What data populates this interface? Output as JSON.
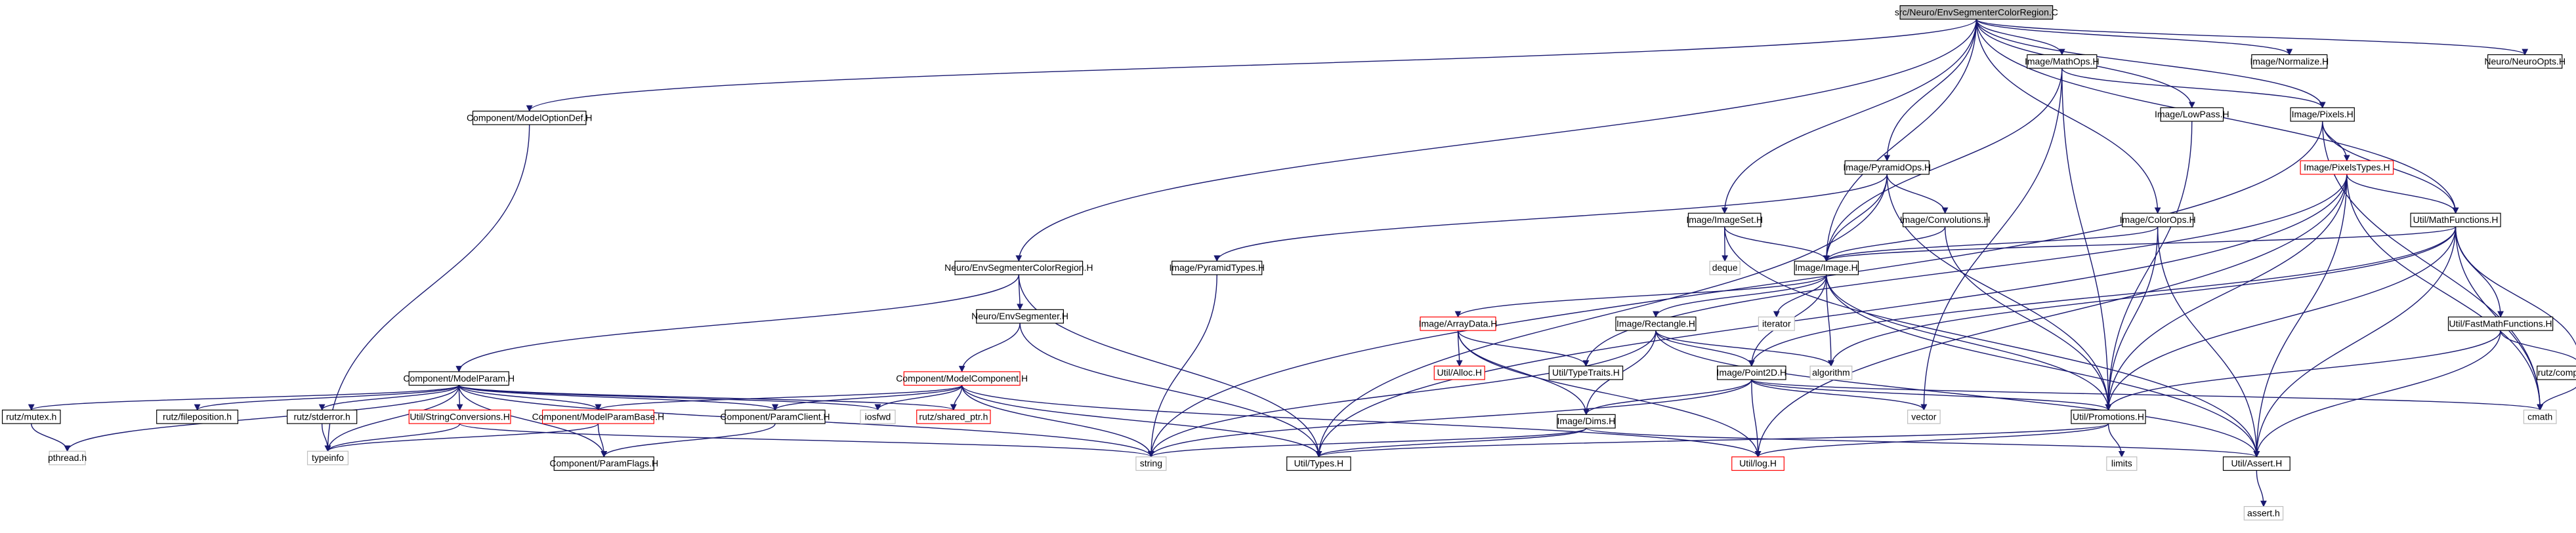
{
  "colors": {
    "edge": "#191970",
    "box_default": "#000000",
    "box_missing": "#ff0000",
    "box_external": "#bfbfbf",
    "root_fill": "#bfbfbf",
    "fill": "#ffffff"
  },
  "nodes": [
    {
      "id": "root",
      "label": "src/Neuro/EnvSegmenterColorRegion.C",
      "kind": "root"
    },
    {
      "id": "modeloptiondef",
      "label": "Component/ModelOptionDef.H",
      "kind": "normal"
    },
    {
      "id": "envsegcr",
      "label": "Neuro/EnvSegmenterColorRegion.H",
      "kind": "normal"
    },
    {
      "id": "imageset",
      "label": "Image/ImageSet.H",
      "kind": "normal"
    },
    {
      "id": "pyramidops",
      "label": "Image/PyramidOps.H",
      "kind": "normal"
    },
    {
      "id": "mathops",
      "label": "Image/MathOps.H",
      "kind": "normal"
    },
    {
      "id": "lowpass",
      "label": "Image/LowPass.H",
      "kind": "normal"
    },
    {
      "id": "colorops",
      "label": "Image/ColorOps.H",
      "kind": "normal"
    },
    {
      "id": "normalize",
      "label": "Image/Normalize.H",
      "kind": "normal"
    },
    {
      "id": "neuroopts",
      "label": "Neuro/NeuroOpts.H",
      "kind": "normal"
    },
    {
      "id": "pixels",
      "label": "Image/Pixels.H",
      "kind": "normal"
    },
    {
      "id": "pixelstypes",
      "label": "Image/PixelsTypes.H",
      "kind": "missing"
    },
    {
      "id": "mathfunctions",
      "label": "Util/MathFunctions.H",
      "kind": "normal"
    },
    {
      "id": "pyramidtypes",
      "label": "Image/PyramidTypes.H",
      "kind": "normal"
    },
    {
      "id": "convolutions",
      "label": "Image/Convolutions.H",
      "kind": "normal"
    },
    {
      "id": "deque",
      "label": "deque",
      "kind": "external"
    },
    {
      "id": "image",
      "label": "Image/Image.H",
      "kind": "normal"
    },
    {
      "id": "envseg",
      "label": "Neuro/EnvSegmenter.H",
      "kind": "normal"
    },
    {
      "id": "modelparam",
      "label": "Component/ModelParam.H",
      "kind": "normal"
    },
    {
      "id": "modelcomponent",
      "label": "Component/ModelComponent.H",
      "kind": "missing"
    },
    {
      "id": "arraydata",
      "label": "Image/ArrayData.H",
      "kind": "missing"
    },
    {
      "id": "rectangle",
      "label": "Image/Rectangle.H",
      "kind": "normal"
    },
    {
      "id": "iterator",
      "label": "iterator",
      "kind": "external"
    },
    {
      "id": "fastmath",
      "label": "Util/FastMathFunctions.H",
      "kind": "normal"
    },
    {
      "id": "alloc",
      "label": "Util/Alloc.H",
      "kind": "missing"
    },
    {
      "id": "typetraits",
      "label": "Util/TypeTraits.H",
      "kind": "normal"
    },
    {
      "id": "point2d",
      "label": "Image/Point2D.H",
      "kind": "normal"
    },
    {
      "id": "algorithm",
      "label": "algorithm",
      "kind": "external"
    },
    {
      "id": "compatcmath",
      "label": "rutz/compat_cmath.h",
      "kind": "normal"
    },
    {
      "id": "mutex",
      "label": "rutz/mutex.h",
      "kind": "normal"
    },
    {
      "id": "fileposition",
      "label": "rutz/fileposition.h",
      "kind": "normal"
    },
    {
      "id": "stderror",
      "label": "rutz/stderror.h",
      "kind": "normal"
    },
    {
      "id": "stringconv",
      "label": "Util/StringConversions.H",
      "kind": "missing"
    },
    {
      "id": "modelparambase",
      "label": "Component/ModelParamBase.H",
      "kind": "missing"
    },
    {
      "id": "paramclient",
      "label": "Component/ParamClient.H",
      "kind": "normal"
    },
    {
      "id": "iosfwd",
      "label": "iosfwd",
      "kind": "external"
    },
    {
      "id": "sharedptr",
      "label": "rutz/shared_ptr.h",
      "kind": "missing"
    },
    {
      "id": "dims",
      "label": "Image/Dims.H",
      "kind": "normal"
    },
    {
      "id": "vector",
      "label": "vector",
      "kind": "external"
    },
    {
      "id": "promotions",
      "label": "Util/Promotions.H",
      "kind": "normal"
    },
    {
      "id": "cmath",
      "label": "cmath",
      "kind": "external"
    },
    {
      "id": "pthread",
      "label": "pthread.h",
      "kind": "external"
    },
    {
      "id": "typeinfo",
      "label": "typeinfo",
      "kind": "external"
    },
    {
      "id": "paramflags",
      "label": "Component/ParamFlags.H",
      "kind": "normal"
    },
    {
      "id": "string",
      "label": "string",
      "kind": "external"
    },
    {
      "id": "types",
      "label": "Util/Types.H",
      "kind": "normal"
    },
    {
      "id": "log",
      "label": "Util/log.H",
      "kind": "missing"
    },
    {
      "id": "assertH",
      "label": "Util/Assert.H",
      "kind": "normal"
    },
    {
      "id": "limits",
      "label": "limits",
      "kind": "external"
    },
    {
      "id": "asserth",
      "label": "assert.h",
      "kind": "external"
    }
  ],
  "edges": [
    [
      "root",
      "modeloptiondef"
    ],
    [
      "root",
      "envsegcr"
    ],
    [
      "root",
      "imageset"
    ],
    [
      "root",
      "pyramidops"
    ],
    [
      "root",
      "mathops"
    ],
    [
      "root",
      "lowpass"
    ],
    [
      "root",
      "colorops"
    ],
    [
      "root",
      "normalize"
    ],
    [
      "root",
      "neuroopts"
    ],
    [
      "root",
      "pixels"
    ],
    [
      "root",
      "image"
    ],
    [
      "root",
      "mathfunctions"
    ],
    [
      "modeloptiondef",
      "typeinfo"
    ],
    [
      "envsegcr",
      "envseg"
    ],
    [
      "envsegcr",
      "modelparam"
    ],
    [
      "envsegcr",
      "types"
    ],
    [
      "imageset",
      "deque"
    ],
    [
      "imageset",
      "image"
    ],
    [
      "imageset",
      "assertH"
    ],
    [
      "pyramidops",
      "pyramidtypes"
    ],
    [
      "pyramidops",
      "convolutions"
    ],
    [
      "pyramidops",
      "image"
    ],
    [
      "pyramidops",
      "promotions"
    ],
    [
      "pyramidops",
      "types"
    ],
    [
      "mathops",
      "pixels"
    ],
    [
      "mathops",
      "image"
    ],
    [
      "mathops",
      "promotions"
    ],
    [
      "mathops",
      "vector"
    ],
    [
      "lowpass",
      "promotions"
    ],
    [
      "colorops",
      "image"
    ],
    [
      "colorops",
      "promotions"
    ],
    [
      "colorops",
      "assertH"
    ],
    [
      "pixels",
      "pixelstypes"
    ],
    [
      "pixels",
      "mathfunctions"
    ],
    [
      "pixels",
      "string"
    ],
    [
      "pixels",
      "cmath"
    ],
    [
      "pixelstypes",
      "mathfunctions"
    ],
    [
      "pixelstypes",
      "typetraits"
    ],
    [
      "pixelstypes",
      "promotions"
    ],
    [
      "pixelstypes",
      "log"
    ],
    [
      "pixelstypes",
      "assertH"
    ],
    [
      "pixelstypes",
      "cmath"
    ],
    [
      "pixelstypes",
      "types"
    ],
    [
      "mathfunctions",
      "image"
    ],
    [
      "mathfunctions",
      "fastmath"
    ],
    [
      "mathfunctions",
      "compatcmath"
    ],
    [
      "mathfunctions",
      "point2d"
    ],
    [
      "mathfunctions",
      "algorithm"
    ],
    [
      "mathfunctions",
      "promotions"
    ],
    [
      "mathfunctions",
      "cmath"
    ],
    [
      "mathfunctions",
      "assertH"
    ],
    [
      "pyramidtypes",
      "string"
    ],
    [
      "convolutions",
      "image"
    ],
    [
      "convolutions",
      "promotions"
    ],
    [
      "image",
      "arraydata"
    ],
    [
      "image",
      "rectangle"
    ],
    [
      "image",
      "iterator"
    ],
    [
      "image",
      "point2d"
    ],
    [
      "image",
      "algorithm"
    ],
    [
      "image",
      "promotions"
    ],
    [
      "image",
      "assertH"
    ],
    [
      "envseg",
      "modelcomponent"
    ],
    [
      "envseg",
      "types"
    ],
    [
      "modelparam",
      "mutex"
    ],
    [
      "modelparam",
      "fileposition"
    ],
    [
      "modelparam",
      "stderror"
    ],
    [
      "modelparam",
      "stringconv"
    ],
    [
      "modelparam",
      "modelparambase"
    ],
    [
      "modelparam",
      "paramclient"
    ],
    [
      "modelparam",
      "iosfwd"
    ],
    [
      "modelparam",
      "sharedptr"
    ],
    [
      "modelparam",
      "pthread"
    ],
    [
      "modelparam",
      "typeinfo"
    ],
    [
      "modelparam",
      "paramflags"
    ],
    [
      "modelparam",
      "string"
    ],
    [
      "modelcomponent",
      "modelparambase"
    ],
    [
      "modelcomponent",
      "paramclient"
    ],
    [
      "modelcomponent",
      "iosfwd"
    ],
    [
      "modelcomponent",
      "sharedptr"
    ],
    [
      "modelcomponent",
      "string"
    ],
    [
      "modelcomponent",
      "types"
    ],
    [
      "modelcomponent",
      "log"
    ],
    [
      "arraydata",
      "alloc"
    ],
    [
      "arraydata",
      "typetraits"
    ],
    [
      "arraydata",
      "dims"
    ],
    [
      "arraydata",
      "log"
    ],
    [
      "rectangle",
      "point2d"
    ],
    [
      "rectangle",
      "dims"
    ],
    [
      "rectangle",
      "string"
    ],
    [
      "rectangle",
      "algorithm"
    ],
    [
      "rectangle",
      "assertH"
    ],
    [
      "fastmath",
      "compatcmath"
    ],
    [
      "fastmath",
      "promotions"
    ],
    [
      "fastmath",
      "assertH"
    ],
    [
      "point2d",
      "dims"
    ],
    [
      "point2d",
      "promotions"
    ],
    [
      "point2d",
      "log"
    ],
    [
      "point2d",
      "string"
    ],
    [
      "point2d",
      "vector"
    ],
    [
      "point2d",
      "cmath"
    ],
    [
      "compatcmath",
      "cmath"
    ],
    [
      "mutex",
      "pthread"
    ],
    [
      "stderror",
      "typeinfo"
    ],
    [
      "stringconv",
      "string"
    ],
    [
      "stringconv",
      "typeinfo"
    ],
    [
      "modelparambase",
      "paramflags"
    ],
    [
      "modelparambase",
      "typeinfo"
    ],
    [
      "paramclient",
      "paramflags"
    ],
    [
      "dims",
      "string"
    ],
    [
      "dims",
      "types"
    ],
    [
      "dims",
      "assertH"
    ],
    [
      "promotions",
      "types"
    ],
    [
      "promotions",
      "log"
    ],
    [
      "promotions",
      "limits"
    ],
    [
      "assertH",
      "asserth"
    ]
  ]
}
